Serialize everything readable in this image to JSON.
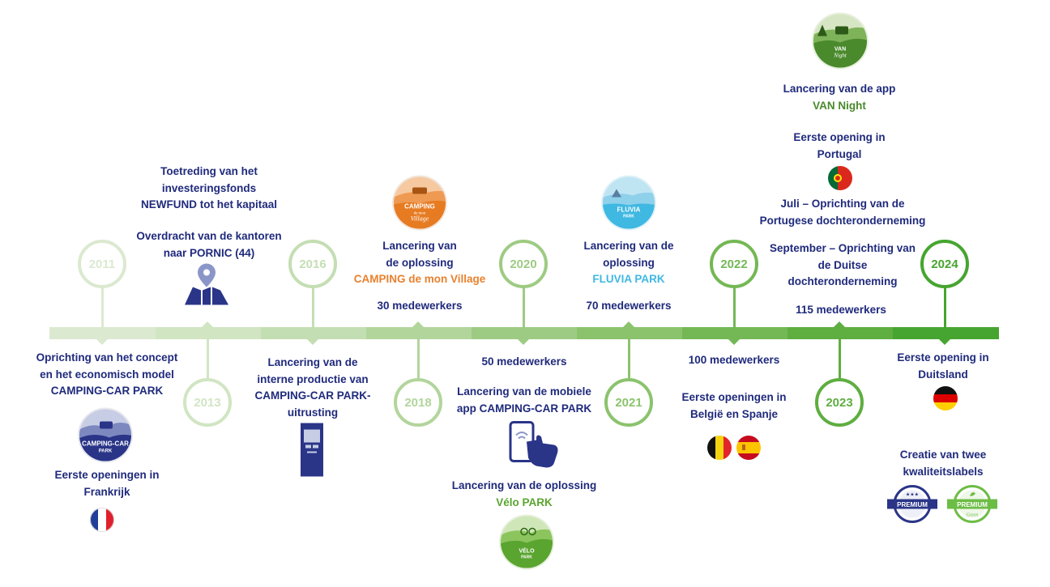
{
  "years": {
    "y2011": "2011",
    "y2013": "2013",
    "y2016": "2016",
    "y2018": "2018",
    "y2020": "2020",
    "y2021": "2021",
    "y2022": "2022",
    "y2023": "2023",
    "y2024": "2024"
  },
  "events": {
    "e2011_l1": "Oprichting van het concept",
    "e2011_l2": "en het economisch model",
    "e2011_l3": "CAMPING-CAR PARK",
    "e2011b_l1": "Eerste openingen in",
    "e2011b_l2": "Frankrijk",
    "e2013a_l1": "Toetreding van het",
    "e2013a_l2": "investeringsfonds",
    "e2013a_l3": "NEWFUND tot het kapitaal",
    "e2013b_l1": "Overdracht van de kantoren",
    "e2013b_l2": "naar PORNIC (44)",
    "e2016_l1": "Lancering van de",
    "e2016_l2": "interne productie van",
    "e2016_l3": "CAMPING-CAR PARK-",
    "e2016_l4": "uitrusting",
    "e2018a_l1": "Lancering van",
    "e2018a_l2": "de oplossing",
    "e2018a_l3": "CAMPING de mon Village",
    "e2018b": "30 medewerkers",
    "e2020a": "50 medewerkers",
    "e2020b_l1": "Lancering van de mobiele",
    "e2020b_l2": "app CAMPING-CAR PARK",
    "e2020c_l1": "Lancering van de oplossing",
    "e2020c_l2": "Vélo PARK",
    "e2021a_l1": "Lancering van de",
    "e2021a_l2": "oplossing",
    "e2021a_l3": "FLUVIA PARK",
    "e2021b": "70 medewerkers",
    "e2022a": "100 medewerkers",
    "e2022b_l1": "Eerste openingen in",
    "e2022b_l2": "België en Spanje",
    "e2023a_l1": "Lancering van de app",
    "e2023a_l2": "VAN Night",
    "e2023b_l1": "Eerste opening in",
    "e2023b_l2": "Portugal",
    "e2023c_l1": "Juli – Oprichting van de",
    "e2023c_l2": "Portugese dochteronderneming",
    "e2023d_l1": "September – Oprichting van",
    "e2023d_l2": "de Duitse",
    "e2023d_l3": "dochteronderneming",
    "e2023e": "115 medewerkers",
    "e2024a_l1": "Eerste opening in",
    "e2024a_l2": "Duitsland",
    "e2024b_l1": "Creatie van twee",
    "e2024b_l2": "kwaliteitslabels"
  },
  "logos": {
    "ccp_l1": "CAMPING-CAR",
    "ccp_l2": "PARK",
    "cmv_l1": "CAMPING",
    "cmv_l2": "de mon",
    "cmv_l3": "Village",
    "fluvia_l1": "FLUVIA",
    "fluvia_l2": "PARK",
    "velo_l1": "VÉLO",
    "velo_l2": "PARK",
    "van_l1": "VAN",
    "van_l2": "Night",
    "premium1": "PREMIUM",
    "premium2": "PREMIUM",
    "premium2_sub": "Green"
  },
  "colors": {
    "navy": "#1f2a7c",
    "orange": "#e8812e",
    "cyan": "#3fb8e2",
    "green": "#5aa530"
  }
}
